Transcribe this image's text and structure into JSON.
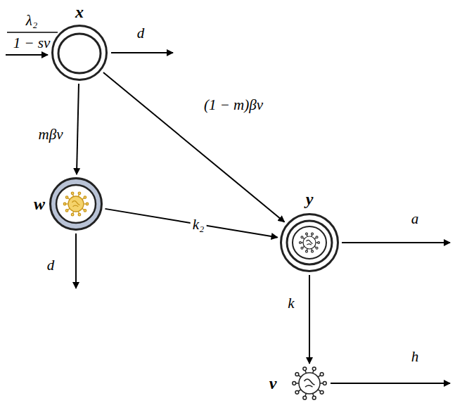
{
  "diagram": {
    "nodes": [
      {
        "text": [
          "x"
        ]
      },
      {
        "text": [
          "w"
        ]
      },
      {
        "text": [
          "y"
        ]
      },
      {
        "text": [
          "v"
        ]
      }
    ],
    "edges": [
      {
        "from": 0,
        "to": 1,
        "label": "mβv",
        "arrow": "to"
      },
      {
        "from": 0,
        "to": 2,
        "label": "(1 − m)βv",
        "arrow": "to"
      },
      {
        "from": 1,
        "to": 2,
        "label": "k₂",
        "arrow": "to"
      },
      {
        "from": 2,
        "to": 3,
        "label": "k",
        "arrow": "to"
      }
    ],
    "labels": [
      "λ₂",
      "1 − sv",
      "d",
      "d",
      "a",
      "h"
    ]
  }
}
